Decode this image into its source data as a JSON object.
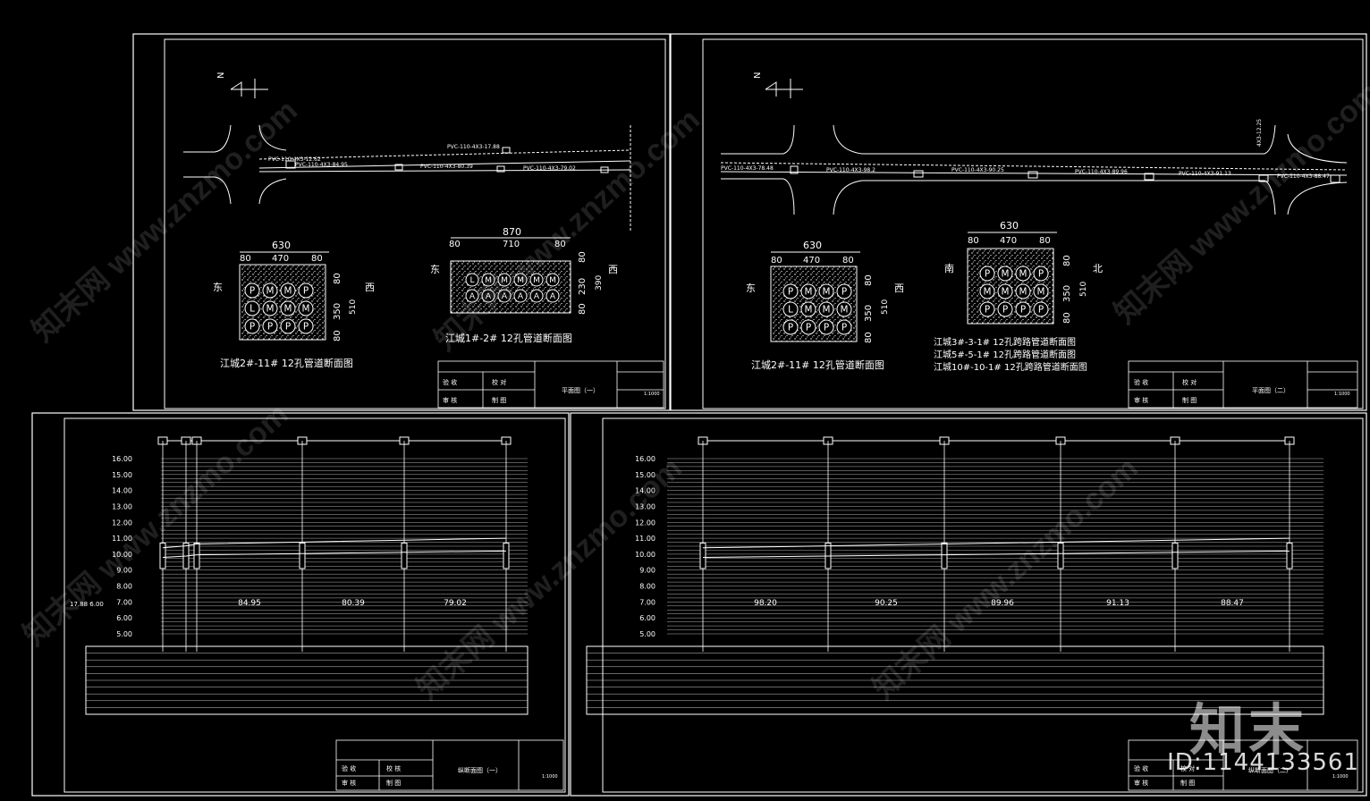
{
  "compass": "N",
  "sheet1": {
    "pipes": [
      "PVC-110-4X3-12.62",
      "PVC-110-4X3-84.95",
      "PVC-110-4X3-80.39",
      "PVC-110-4X3-79.02",
      "PVC-110-4X3-17.88"
    ],
    "sec_a": {
      "top": "630",
      "parts": [
        "80",
        "470",
        "80"
      ],
      "side": [
        "80",
        "350",
        "80"
      ],
      "total": "510",
      "left": "东",
      "right": "西",
      "grid": [
        "P",
        "M",
        "M",
        "P",
        "L",
        "M",
        "M",
        "M",
        "P",
        "P",
        "P",
        "P"
      ]
    },
    "sec_b": {
      "top": "870",
      "parts": [
        "80",
        "710",
        "80"
      ],
      "side": [
        "80",
        "230",
        "80"
      ],
      "total": "390",
      "left": "东",
      "right": "西",
      "grid": [
        "L",
        "M",
        "M",
        "M",
        "M",
        "M",
        "A",
        "A",
        "A",
        "A",
        "A",
        "A"
      ]
    },
    "cap_a": "江城2#-11#  12孔管道断面图",
    "cap_b": "江城1#-2#  12孔管道断面图",
    "title_block": {
      "name": "平面图（一）",
      "check": "验 收",
      "review": "审 核",
      "design": "校 对",
      "draw": "制 图",
      "scale": "1:1000"
    }
  },
  "sheet2": {
    "pipes": [
      "PVC-110-4X3-78.48",
      "PVC-110-4X3-98.2",
      "PVC-110-4X3-90.25",
      "PVC-110-4X3-89.96",
      "PVC-110-4X3-91.13",
      "PVC-110-4X3-88.47",
      "4X3-12.25"
    ],
    "sec_a": {
      "top": "630",
      "parts": [
        "80",
        "470",
        "80"
      ],
      "side": [
        "80",
        "350",
        "80"
      ],
      "total": "510",
      "left": "东",
      "right": "西",
      "grid": [
        "P",
        "M",
        "M",
        "P",
        "L",
        "M",
        "M",
        "M",
        "P",
        "P",
        "P",
        "P"
      ]
    },
    "sec_b": {
      "top": "630",
      "parts": [
        "80",
        "470",
        "80"
      ],
      "side": [
        "80",
        "350",
        "80"
      ],
      "total": "510",
      "left": "南",
      "right": "北",
      "grid": [
        "P",
        "M",
        "M",
        "P",
        "M",
        "M",
        "M",
        "M",
        "P",
        "P",
        "P",
        "P"
      ]
    },
    "cap_a": "江城2#-11#  12孔管道断面图",
    "cap_b": [
      "江城3#-3-1#  12孔跨路管道断面图",
      "江城5#-5-1#  12孔跨路管道断面图",
      "江城10#-10-1#  12孔跨路管道断面图"
    ],
    "title_block": {
      "name": "平面图（二）",
      "check": "验 收",
      "review": "审 核",
      "design": "校 对",
      "draw": "制 图",
      "scale": "1:1000"
    }
  },
  "sheet3": {
    "yticks": [
      "16.00",
      "15.00",
      "14.00",
      "13.00",
      "12.00",
      "11.00",
      "10.00",
      "9.00",
      "8.00",
      "7.00",
      "6.00",
      "5.00"
    ],
    "spans": [
      "84.95",
      "80.39",
      "79.02"
    ],
    "left_label": "17.88 6.00",
    "title_block": {
      "name": "纵断面图（一）",
      "check": "验 收",
      "review": "审 核",
      "design": "校 核",
      "draw": "制 图",
      "scale": "1:1000"
    }
  },
  "sheet4": {
    "yticks": [
      "16.00",
      "15.00",
      "14.00",
      "13.00",
      "12.00",
      "11.00",
      "10.00",
      "9.00",
      "8.00",
      "7.00",
      "6.00",
      "5.00"
    ],
    "spans": [
      "98.20",
      "90.25",
      "89.96",
      "91.13",
      "88.47"
    ],
    "title_block": {
      "name": "纵断面图（二）",
      "check": "验 收",
      "review": "审 核",
      "design": "校 对",
      "draw": "制 图",
      "scale": "1:1000"
    }
  },
  "brand": "知末",
  "image_id": "ID:1144133561",
  "watermark": "知末网 www.znzmo.com"
}
